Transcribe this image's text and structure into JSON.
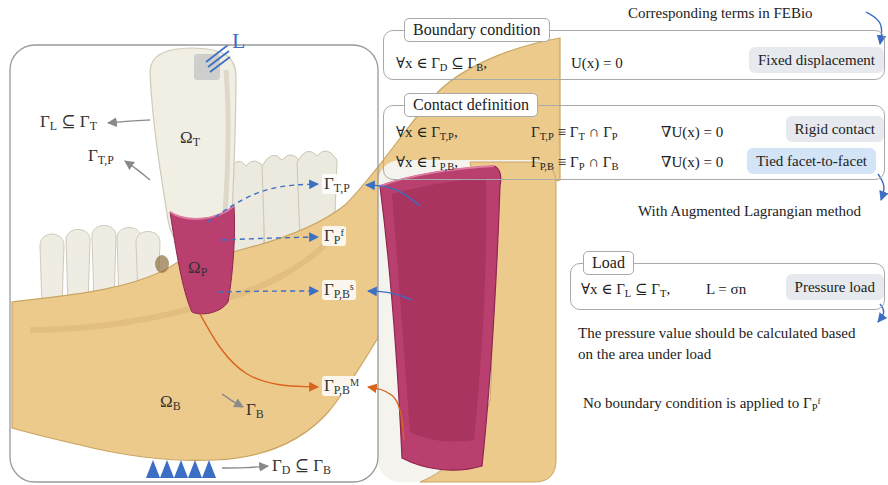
{
  "diagram": {
    "nodes": [
      {
        "text": [
          "Boundary condition",
          "∀x ∈ ΓD ⊆ ΓB,",
          "U(x) = 0"
        ]
      },
      {
        "text": [
          "Fixed displacement"
        ],
        "in": 0
      },
      {
        "text": [
          "Contact definition",
          "∀x ∈ ΓT,P,",
          "ΓT,P ≡ ΓT ∩ ΓP",
          "∇U(x) = 0",
          "∀x ∈ ΓP,B,",
          "ΓP,B ≡ ΓP ∩ ΓB",
          "∇U(x) = 0"
        ]
      },
      {
        "text": [
          "Rigid contact"
        ],
        "in": 2
      },
      {
        "text": [
          "Tied facet-to-facet"
        ],
        "in": 2
      },
      {
        "text": [
          "Load",
          "∀x ∈ ΓL ⊆ ΓT,",
          "L = σn"
        ]
      },
      {
        "text": [
          "Pressure load"
        ],
        "in": 5
      }
    ],
    "labels": [
      "Corresponding terms in FEBio",
      "With Augmented Lagrangian method",
      "The pressure value should be calculated based on the area under load",
      "No boundary condition is applied to ΓPᶠ",
      "L",
      "ΓL ⊆ ΓT",
      "ΩT",
      "ΓT,P",
      "ΓT,P",
      "ΓPᶠ",
      "ΩP",
      "ΓP,Bˢ",
      "ΓP,Bᴹ",
      "ΩB",
      "ΓB",
      "ΓD ⊆ ΓB"
    ]
  }
}
